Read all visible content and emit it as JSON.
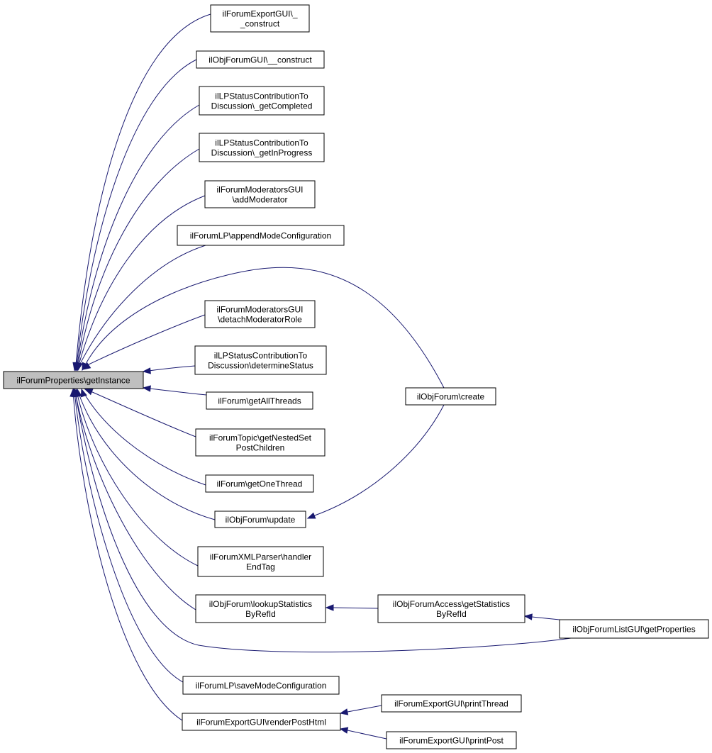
{
  "graph": {
    "accent_color": "#191970",
    "root_fill": "#bfbfbf",
    "nodes": {
      "root": {
        "lines": [
          "ilForumProperties\\getInstance"
        ]
      },
      "exportCon": {
        "lines": [
          "ilForumExportGUI\\_",
          "_construct"
        ]
      },
      "objGuiCon": {
        "lines": [
          "ilObjForumGUI\\__construct"
        ]
      },
      "lpCompl": {
        "lines": [
          "ilLPStatusContributionTo",
          "Discussion\\_getCompleted"
        ]
      },
      "lpInProg": {
        "lines": [
          "ilLPStatusContributionTo",
          "Discussion\\_getInProgress"
        ]
      },
      "modAdd": {
        "lines": [
          "ilForumModeratorsGUI",
          "\\addModerator"
        ]
      },
      "lpAppend": {
        "lines": [
          "ilForumLP\\appendModeConfiguration"
        ]
      },
      "modDetach": {
        "lines": [
          "ilForumModeratorsGUI",
          "\\detachModeratorRole"
        ]
      },
      "lpDeterm": {
        "lines": [
          "ilLPStatusContributionTo",
          "Discussion\\determineStatus"
        ]
      },
      "allThreads": {
        "lines": [
          "ilForum\\getAllThreads"
        ]
      },
      "nested": {
        "lines": [
          "ilForumTopic\\getNestedSet",
          "PostChildren"
        ]
      },
      "oneThread": {
        "lines": [
          "ilForum\\getOneThread"
        ]
      },
      "objUpdate": {
        "lines": [
          "ilObjForum\\update"
        ]
      },
      "xmlEnd": {
        "lines": [
          "ilForumXMLParser\\handler",
          "EndTag"
        ]
      },
      "lookup": {
        "lines": [
          "ilObjForum\\lookupStatistics",
          "ByRefId"
        ]
      },
      "lpSave": {
        "lines": [
          "ilForumLP\\saveModeConfiguration"
        ]
      },
      "renderPost": {
        "lines": [
          "ilForumExportGUI\\renderPostHtml"
        ]
      },
      "objCreate": {
        "lines": [
          "ilObjForum\\create"
        ]
      },
      "accessStat": {
        "lines": [
          "ilObjForumAccess\\getStatistics",
          "ByRefId"
        ]
      },
      "listProps": {
        "lines": [
          "ilObjForumListGUI\\getProperties"
        ]
      },
      "printThread": {
        "lines": [
          "ilForumExportGUI\\printThread"
        ]
      },
      "printPost": {
        "lines": [
          "ilForumExportGUI\\printPost"
        ]
      }
    }
  }
}
